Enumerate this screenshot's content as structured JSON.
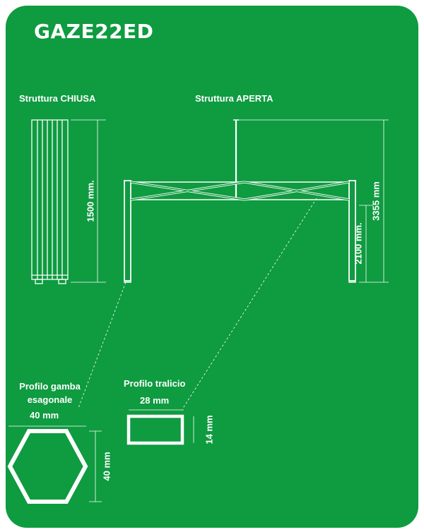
{
  "title": "GAZE22ED",
  "colors": {
    "background": "#0f9b40",
    "lines": "#ffffff"
  },
  "closed": {
    "label": "Struttura CHIUSA",
    "height": "1500 mm."
  },
  "open": {
    "label": "Struttura APERTA",
    "height_total": "3355 mm",
    "height_legs": "2100 mm."
  },
  "leg_profile": {
    "label_line1": "Profilo gamba",
    "label_line2": "esagonale",
    "width": "40 mm",
    "height": "40 mm"
  },
  "truss_profile": {
    "label": "Profilo tralicio",
    "width": "28 mm",
    "height": "14 mm"
  }
}
